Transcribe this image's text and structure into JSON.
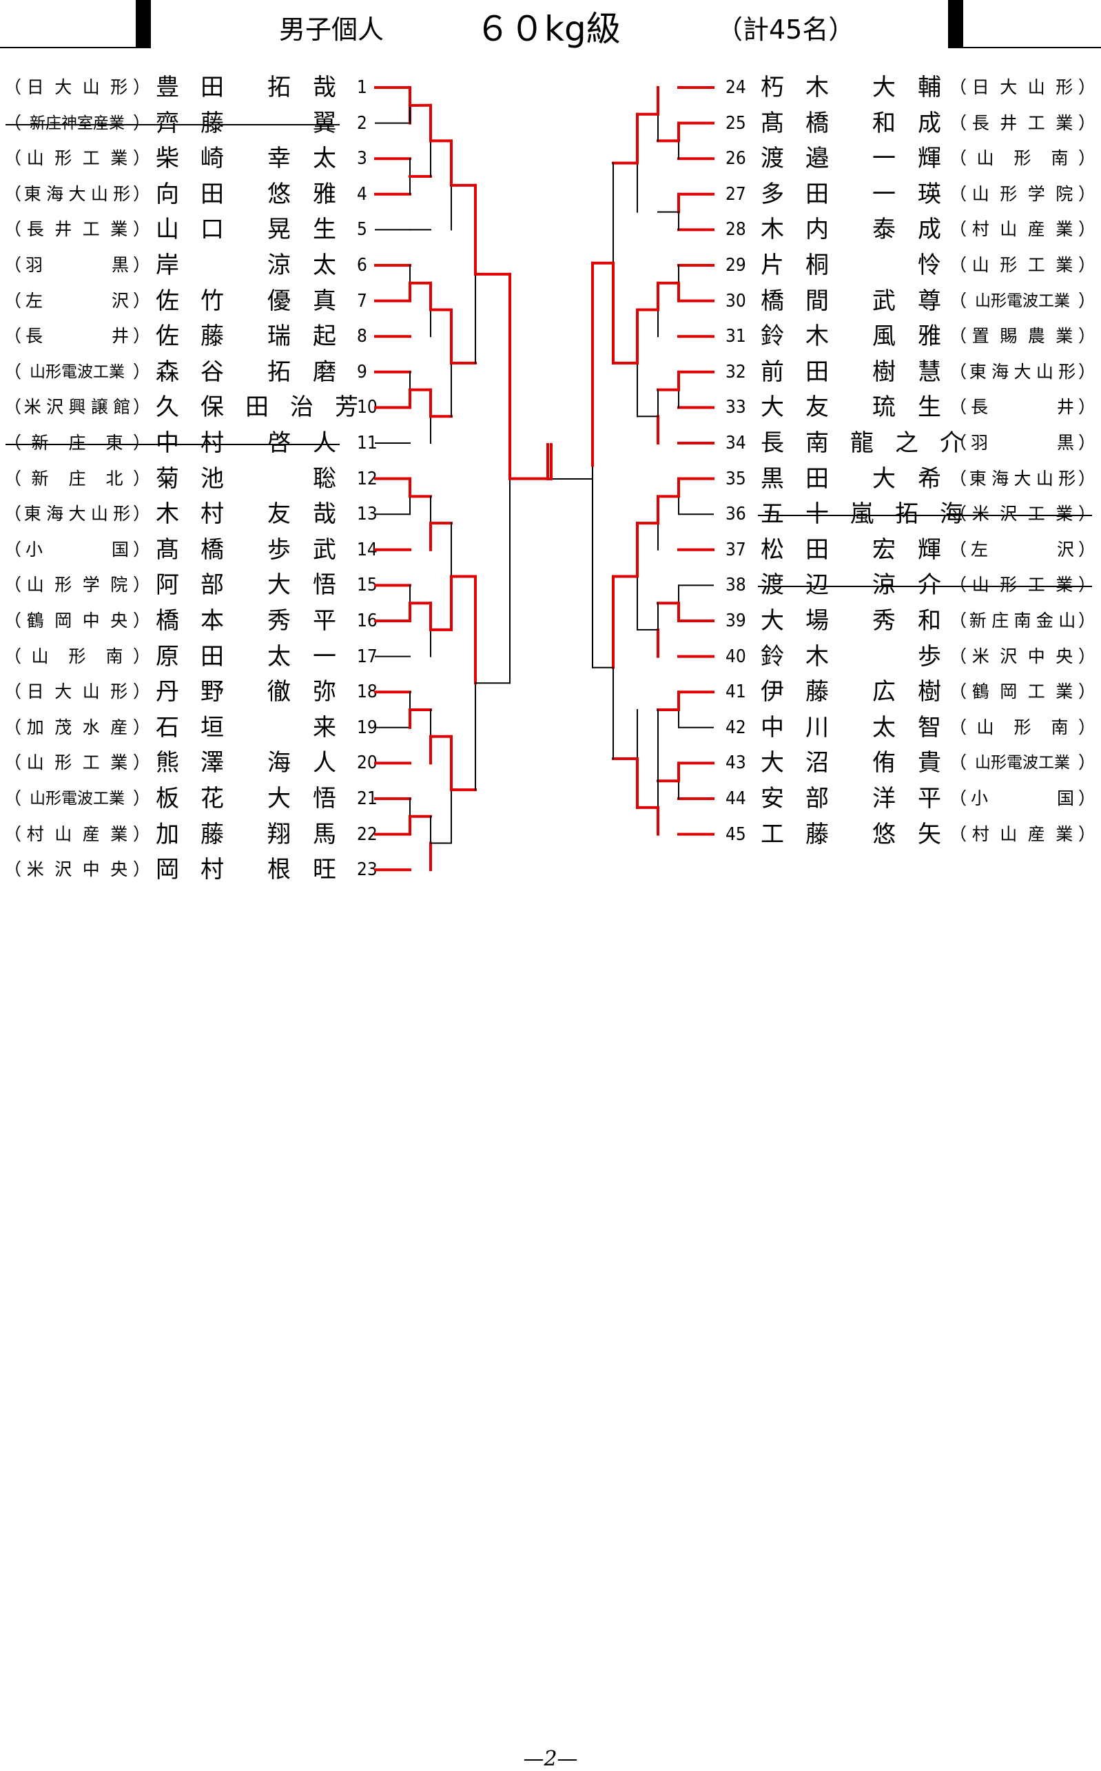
{
  "header": {
    "category": "男子個人",
    "weight_class": "６０kg級",
    "total": "（計45名）"
  },
  "left_entries": [
    {
      "num": "1",
      "school": "日大山形",
      "name": [
        "豊",
        "田",
        "拓",
        "哉"
      ],
      "withdrawn": false
    },
    {
      "num": "2",
      "school": "新庄神室産業",
      "name": [
        "齊",
        "藤",
        "",
        "翼"
      ],
      "withdrawn": true
    },
    {
      "num": "3",
      "school": "山形工業",
      "name": [
        "柴",
        "崎",
        "幸",
        "太"
      ],
      "withdrawn": false
    },
    {
      "num": "4",
      "school": "東海大山形",
      "name": [
        "向",
        "田",
        "悠",
        "雅"
      ],
      "withdrawn": false
    },
    {
      "num": "5",
      "school": "長井工業",
      "name": [
        "山",
        "口",
        "晃",
        "生"
      ],
      "withdrawn": false
    },
    {
      "num": "6",
      "school": "羽黒",
      "name": [
        "岸",
        "",
        "涼",
        "太"
      ],
      "withdrawn": false
    },
    {
      "num": "7",
      "school": "左沢",
      "name": [
        "佐",
        "竹",
        "優",
        "真"
      ],
      "withdrawn": false
    },
    {
      "num": "8",
      "school": "長井",
      "name": [
        "佐",
        "藤",
        "瑞",
        "起"
      ],
      "withdrawn": false
    },
    {
      "num": "9",
      "school": "山形電波工業",
      "name": [
        "森",
        "谷",
        "拓",
        "磨"
      ],
      "withdrawn": false
    },
    {
      "num": "10",
      "school": "米沢興譲館",
      "name": [
        "久",
        "保",
        "田",
        "治",
        "芳"
      ],
      "withdrawn": false
    },
    {
      "num": "11",
      "school": "新庄東",
      "name": [
        "中",
        "村",
        "啓",
        "人"
      ],
      "withdrawn": true
    },
    {
      "num": "12",
      "school": "新庄北",
      "name": [
        "菊",
        "池",
        "",
        "聡"
      ],
      "withdrawn": false
    },
    {
      "num": "13",
      "school": "東海大山形",
      "name": [
        "木",
        "村",
        "友",
        "哉"
      ],
      "withdrawn": false
    },
    {
      "num": "14",
      "school": "小国",
      "name": [
        "髙",
        "橋",
        "歩",
        "武"
      ],
      "withdrawn": false
    },
    {
      "num": "15",
      "school": "山形学院",
      "name": [
        "阿",
        "部",
        "大",
        "悟"
      ],
      "withdrawn": false
    },
    {
      "num": "16",
      "school": "鶴岡中央",
      "name": [
        "橋",
        "本",
        "秀",
        "平"
      ],
      "withdrawn": false
    },
    {
      "num": "17",
      "school": "山形南",
      "name": [
        "原",
        "田",
        "太",
        "一"
      ],
      "withdrawn": false
    },
    {
      "num": "18",
      "school": "日大山形",
      "name": [
        "丹",
        "野",
        "徹",
        "弥"
      ],
      "withdrawn": false
    },
    {
      "num": "19",
      "school": "加茂水産",
      "name": [
        "石",
        "垣",
        "",
        "来"
      ],
      "withdrawn": false
    },
    {
      "num": "20",
      "school": "山形工業",
      "name": [
        "熊",
        "澤",
        "海",
        "人"
      ],
      "withdrawn": false
    },
    {
      "num": "21",
      "school": "山形電波工業",
      "name": [
        "板",
        "花",
        "大",
        "悟"
      ],
      "withdrawn": false
    },
    {
      "num": "22",
      "school": "村山産業",
      "name": [
        "加",
        "藤",
        "翔",
        "馬"
      ],
      "withdrawn": false
    },
    {
      "num": "23",
      "school": "米沢中央",
      "name": [
        "岡",
        "村",
        "根",
        "旺"
      ],
      "withdrawn": false
    }
  ],
  "right_entries": [
    {
      "num": "24",
      "school": "日大山形",
      "name": [
        "朽",
        "木",
        "大",
        "輔"
      ],
      "withdrawn": false
    },
    {
      "num": "25",
      "school": "長井工業",
      "name": [
        "髙",
        "橋",
        "和",
        "成"
      ],
      "withdrawn": false
    },
    {
      "num": "26",
      "school": "山形南",
      "name": [
        "渡",
        "邉",
        "一",
        "輝"
      ],
      "withdrawn": false
    },
    {
      "num": "27",
      "school": "山形学院",
      "name": [
        "多",
        "田",
        "一",
        "瑛"
      ],
      "withdrawn": false
    },
    {
      "num": "28",
      "school": "村山産業",
      "name": [
        "木",
        "内",
        "泰",
        "成"
      ],
      "withdrawn": false
    },
    {
      "num": "29",
      "school": "山形工業",
      "name": [
        "片",
        "桐",
        "",
        "怜"
      ],
      "withdrawn": false
    },
    {
      "num": "30",
      "school": "山形電波工業",
      "name": [
        "橋",
        "間",
        "武",
        "尊"
      ],
      "withdrawn": false
    },
    {
      "num": "31",
      "school": "置賜農業",
      "name": [
        "鈴",
        "木",
        "風",
        "雅"
      ],
      "withdrawn": false
    },
    {
      "num": "32",
      "school": "東海大山形",
      "name": [
        "前",
        "田",
        "樹",
        "慧"
      ],
      "withdrawn": false
    },
    {
      "num": "33",
      "school": "長井",
      "name": [
        "大",
        "友",
        "琉",
        "生"
      ],
      "withdrawn": false
    },
    {
      "num": "34",
      "school": "羽黒",
      "name": [
        "長",
        "南",
        "龍",
        "之",
        "介"
      ],
      "withdrawn": false
    },
    {
      "num": "35",
      "school": "東海大山形",
      "name": [
        "黒",
        "田",
        "大",
        "希"
      ],
      "withdrawn": false
    },
    {
      "num": "36",
      "school": "米沢工業",
      "name": [
        "五",
        "十",
        "嵐",
        "拓",
        "海"
      ],
      "withdrawn": true
    },
    {
      "num": "37",
      "school": "左沢",
      "name": [
        "松",
        "田",
        "宏",
        "輝"
      ],
      "withdrawn": false
    },
    {
      "num": "38",
      "school": "山形工業",
      "name": [
        "渡",
        "辺",
        "涼",
        "介"
      ],
      "withdrawn": true
    },
    {
      "num": "39",
      "school": "新庄南金山",
      "name": [
        "大",
        "場",
        "秀",
        "和"
      ],
      "withdrawn": false
    },
    {
      "num": "40",
      "school": "米沢中央",
      "name": [
        "鈴",
        "木",
        "",
        "歩"
      ],
      "withdrawn": false
    },
    {
      "num": "41",
      "school": "鶴岡工業",
      "name": [
        "伊",
        "藤",
        "広",
        "樹"
      ],
      "withdrawn": false
    },
    {
      "num": "42",
      "school": "山形南",
      "name": [
        "中",
        "川",
        "太",
        "智"
      ],
      "withdrawn": false
    },
    {
      "num": "43",
      "school": "山形電波工業",
      "name": [
        "大",
        "沼",
        "侑",
        "貴"
      ],
      "withdrawn": false
    },
    {
      "num": "44",
      "school": "小国",
      "name": [
        "安",
        "部",
        "洋",
        "平"
      ],
      "withdrawn": false
    },
    {
      "num": "45",
      "school": "村山産業",
      "name": [
        "工",
        "藤",
        "悠",
        "矢"
      ],
      "withdrawn": false
    }
  ],
  "footer": {
    "page": "—2—"
  },
  "colors": {
    "winner": "#e00000",
    "line": "#000000"
  }
}
